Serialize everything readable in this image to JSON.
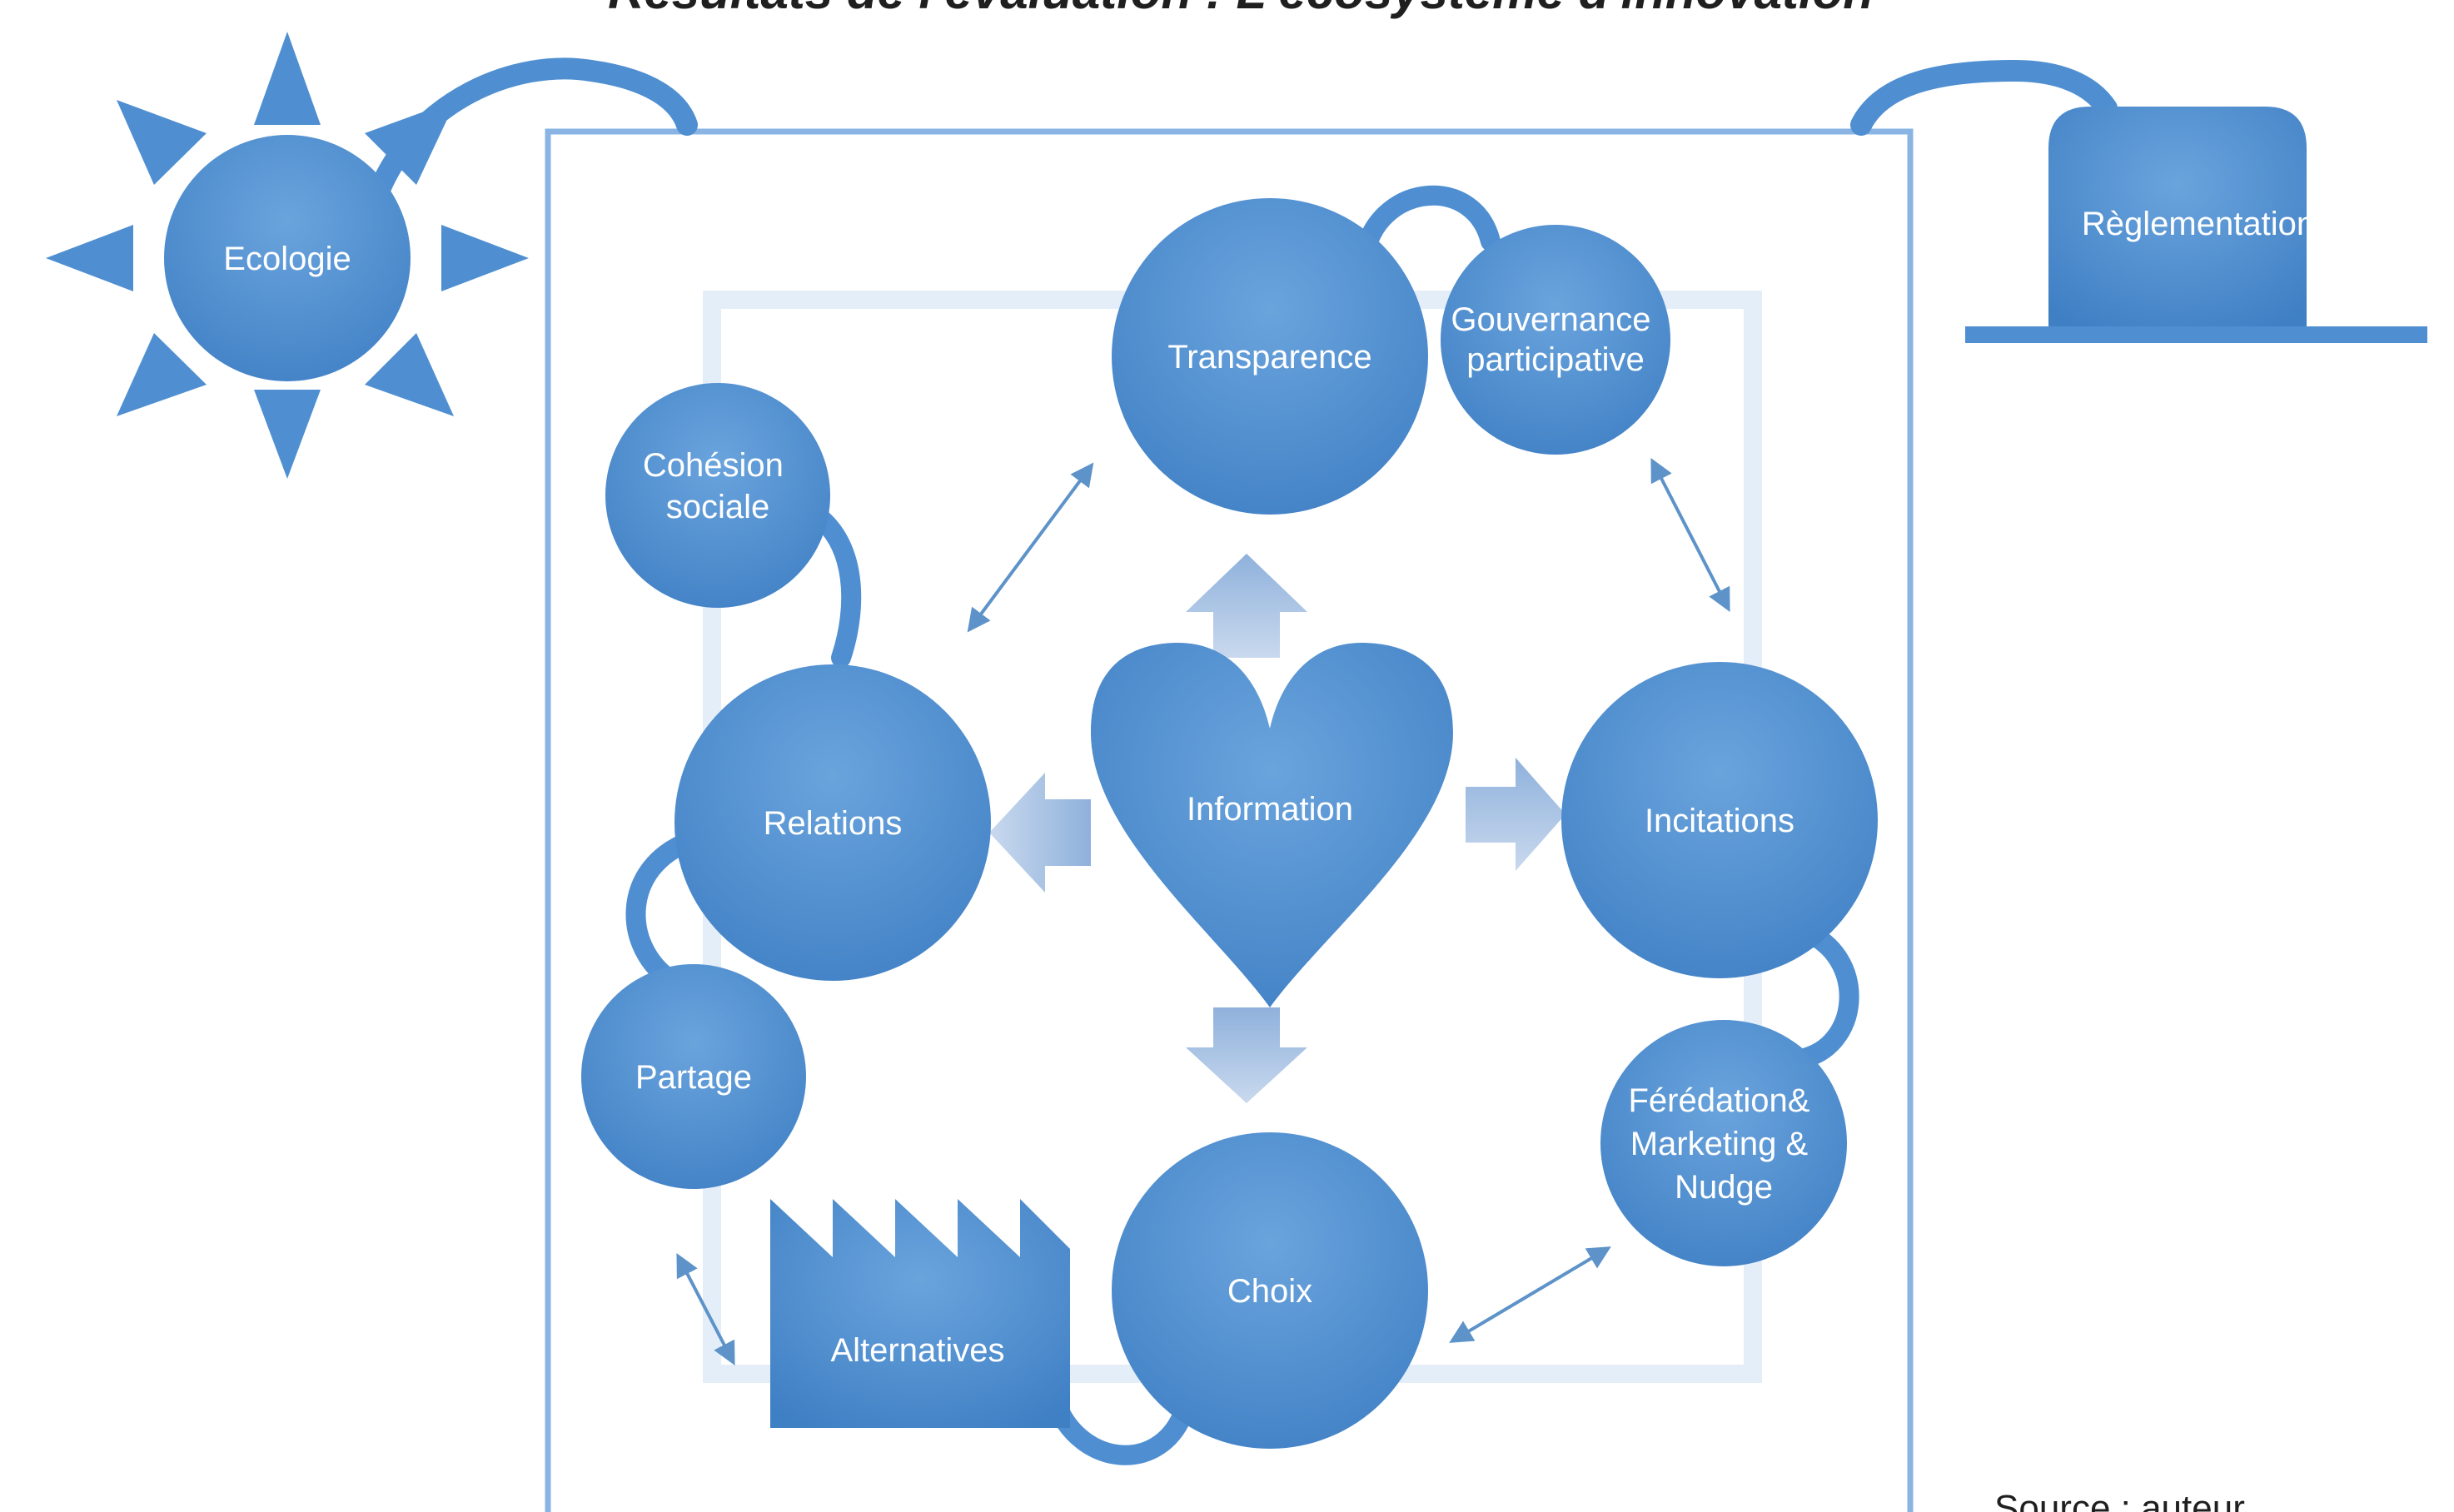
{
  "title": "Résultats de l'évaluation : L'écosystème d'innovation",
  "source": "Source : auteur",
  "colors": {
    "node": "#4f8fd1",
    "node_light": "#6aa4dd",
    "frame": "#8ab4e3",
    "inner_frame": "#e4eef9",
    "arrow_connector": "#5d93c9",
    "block_arrow": "#a9c2e3"
  },
  "nodes": {
    "ecologie": "Ecologie",
    "reglementation": "Règlementation",
    "transparence": "Transparence",
    "gouvernance": [
      "Gouvernance",
      "participative"
    ],
    "cohesion": [
      "Cohésion",
      "sociale"
    ],
    "relations": "Relations",
    "information": "Information",
    "incitations": "Incitations",
    "partage": "Partage",
    "alternatives": "Alternatives",
    "choix": "Choix",
    "federation": [
      "Férédation&",
      "Marketing &",
      "Nudge"
    ]
  },
  "icons": {
    "ecologie": "sun-icon",
    "reglementation": "building-block-icon",
    "information": "heart-icon",
    "alternatives": "factory-icon"
  }
}
